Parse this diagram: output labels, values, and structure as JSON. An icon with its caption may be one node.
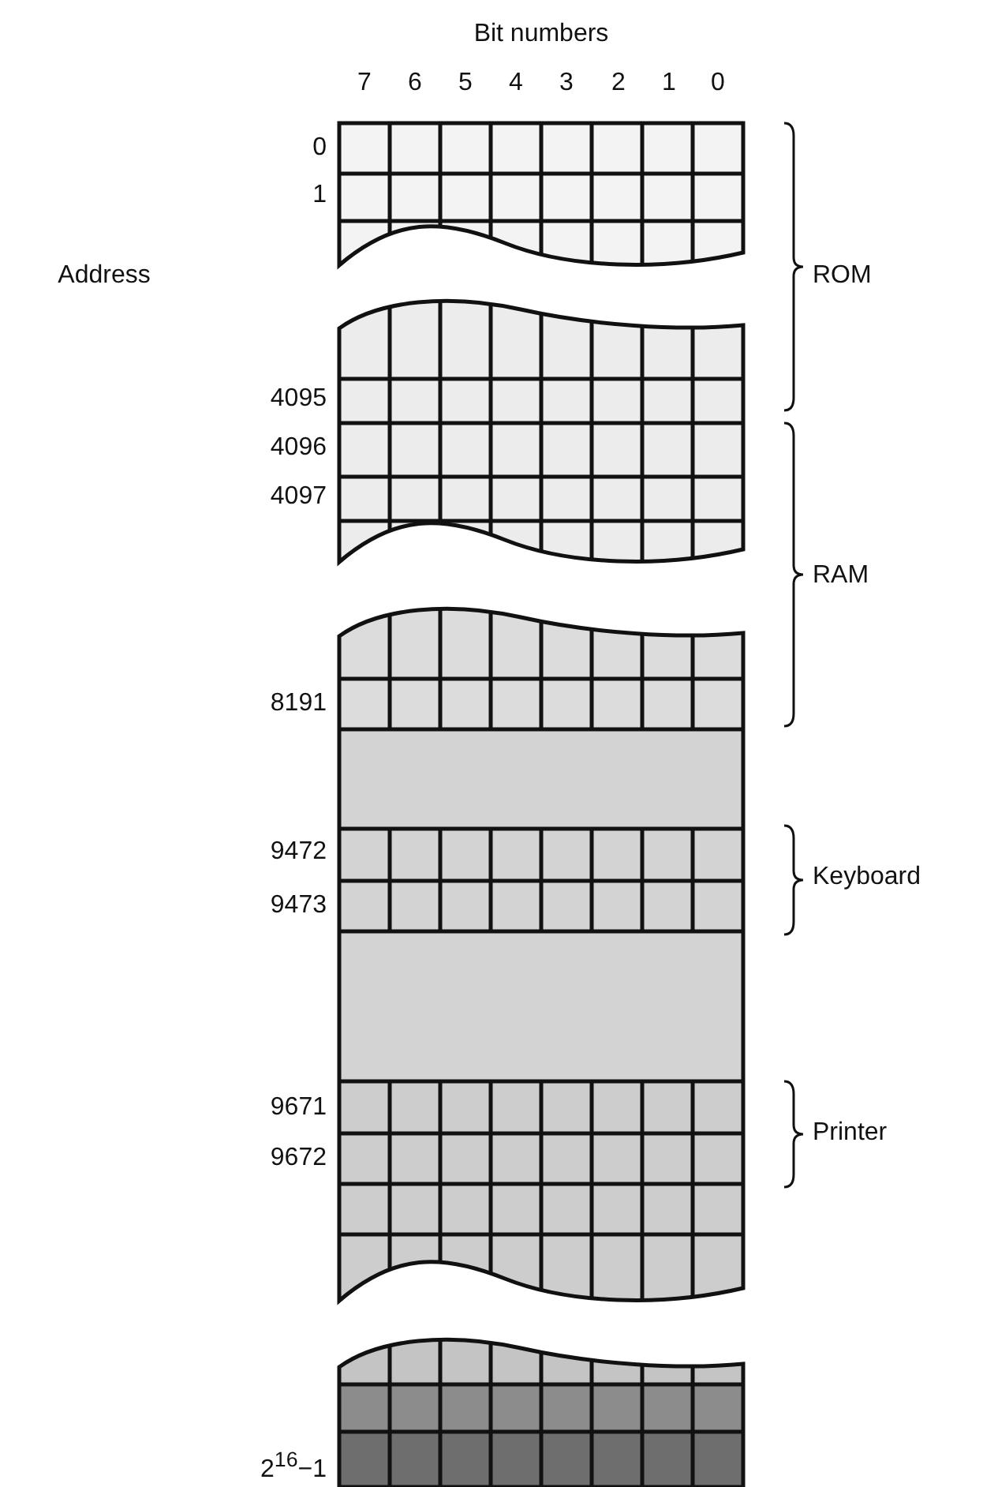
{
  "diagram": {
    "labels": [
      "Bit numbers",
      "7",
      "6",
      "5",
      "4",
      "3",
      "2",
      "1",
      "0",
      "0",
      "1",
      "Address",
      "ROM",
      "4095",
      "4096",
      "4097",
      "RAM",
      "8191",
      "9472",
      "Keyboard",
      "9473",
      "9671",
      "Printer",
      "9672",
      "2$^{16}$−1"
    ]
  }
}
